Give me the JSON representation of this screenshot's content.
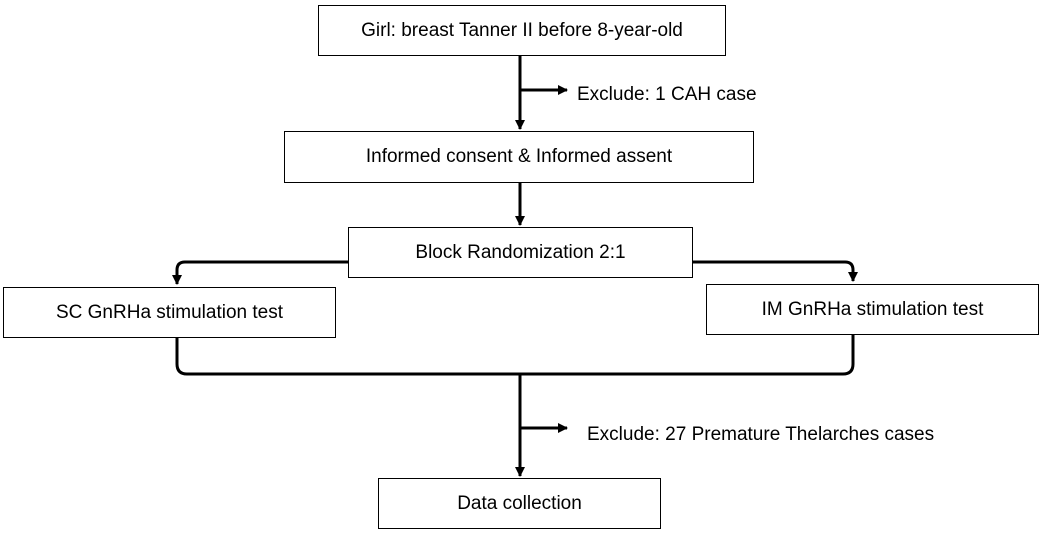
{
  "diagram": {
    "nodes": {
      "start": "Girl: breast Tanner II before 8-year-old",
      "consent": "Informed consent & Informed assent",
      "randomization": "Block Randomization 2:1",
      "sc_test": "SC GnRHa stimulation test",
      "im_test": "IM GnRHa stimulation test",
      "data_collection": "Data collection"
    },
    "exclusions": {
      "first": "Exclude: 1 CAH case",
      "second": "Exclude: 27 Premature Thelarches cases"
    },
    "colors": {
      "line": "#000000",
      "box_border": "#000000",
      "background": "#ffffff"
    }
  }
}
